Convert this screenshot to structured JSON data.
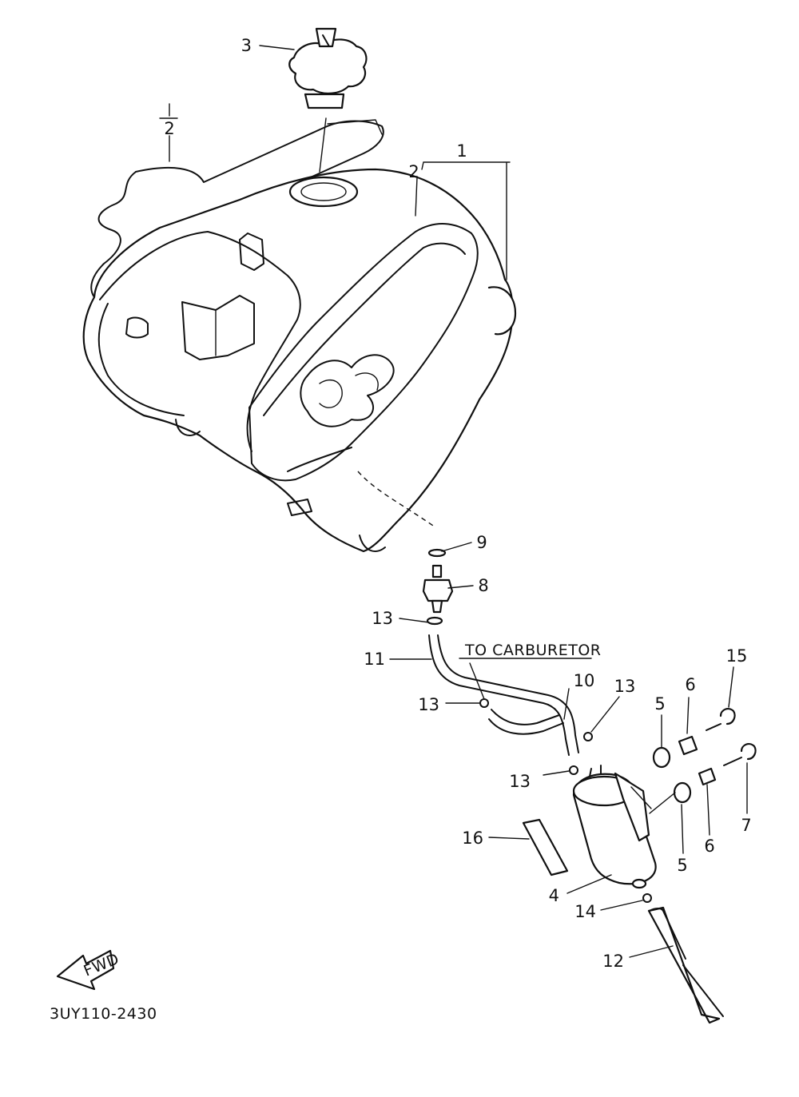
{
  "callouts": {
    "p1": "1",
    "p2_top": "2",
    "p2_right": "2",
    "p3": "3",
    "p4": "4",
    "p5_upper": "5",
    "p5_lower": "5",
    "p6_upper": "6",
    "p6_lower": "6",
    "p7": "7",
    "p8": "8",
    "p9": "9",
    "p10": "10",
    "p11": "11",
    "p12": "12",
    "p13_a": "13",
    "p13_b": "13",
    "p13_c": "13",
    "p13_d": "13",
    "p14": "14",
    "p15": "15",
    "p16": "16"
  },
  "note": "TO CARBURETOR",
  "fwd_label": "FWD",
  "diagram_code": "3UY110-2430",
  "icons": {
    "direction": "arrow-left-icon"
  }
}
